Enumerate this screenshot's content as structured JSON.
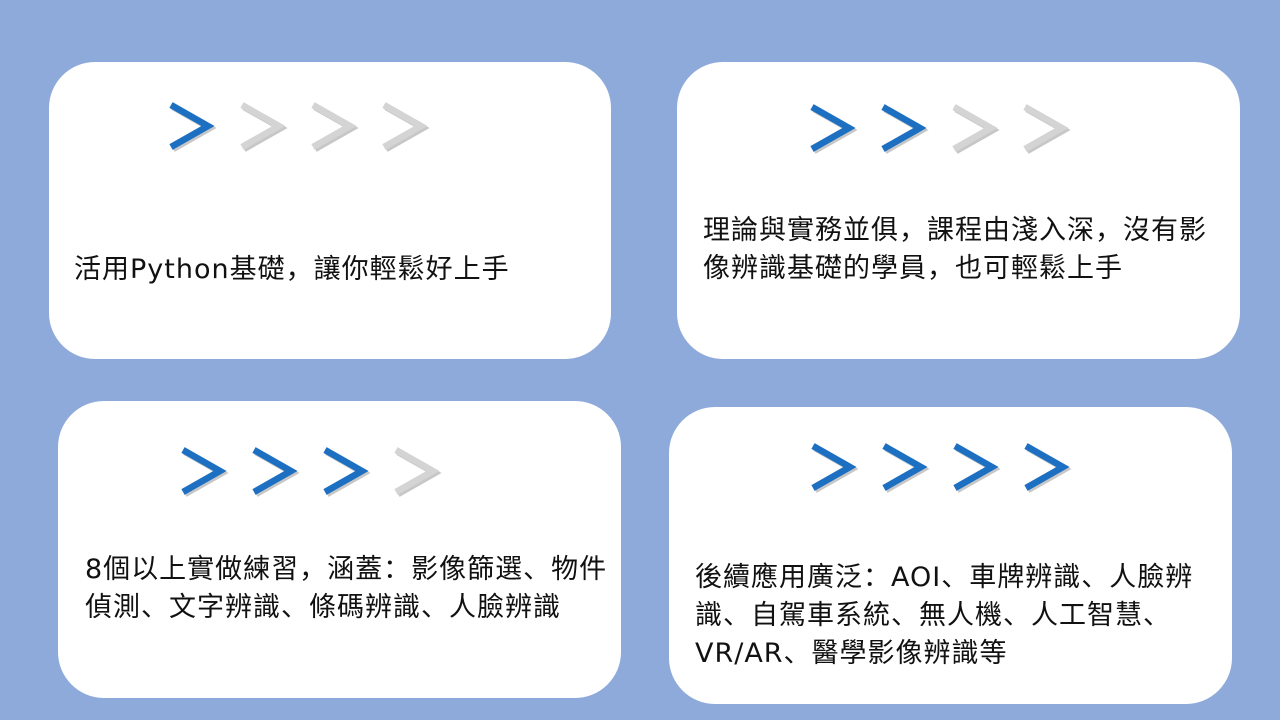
{
  "colors": {
    "background": "#8eaadb",
    "card": "#ffffff",
    "chevron_active": "#1d6fc2",
    "chevron_inactive": "#d4d4d4"
  },
  "cards": [
    {
      "level": 1,
      "chevrons": [
        "active",
        "inactive",
        "inactive",
        "inactive"
      ],
      "text": "活用Python基礎，讓你輕鬆好上手"
    },
    {
      "level": 2,
      "chevrons": [
        "active",
        "active",
        "inactive",
        "inactive"
      ],
      "text": "理論與實務並俱，課程由淺入深，沒有影像辨識基礎的學員，也可輕鬆上手"
    },
    {
      "level": 3,
      "chevrons": [
        "active",
        "active",
        "active",
        "inactive"
      ],
      "text": "8個以上實做練習，涵蓋：影像篩選、物件偵測、文字辨識、條碼辨識、人臉辨識"
    },
    {
      "level": 4,
      "chevrons": [
        "active",
        "active",
        "active",
        "active"
      ],
      "text": "後續應用廣泛：AOI、車牌辨識、人臉辨識、自駕車系統、無人機、人工智慧、VR/AR、醫學影像辨識等"
    }
  ]
}
